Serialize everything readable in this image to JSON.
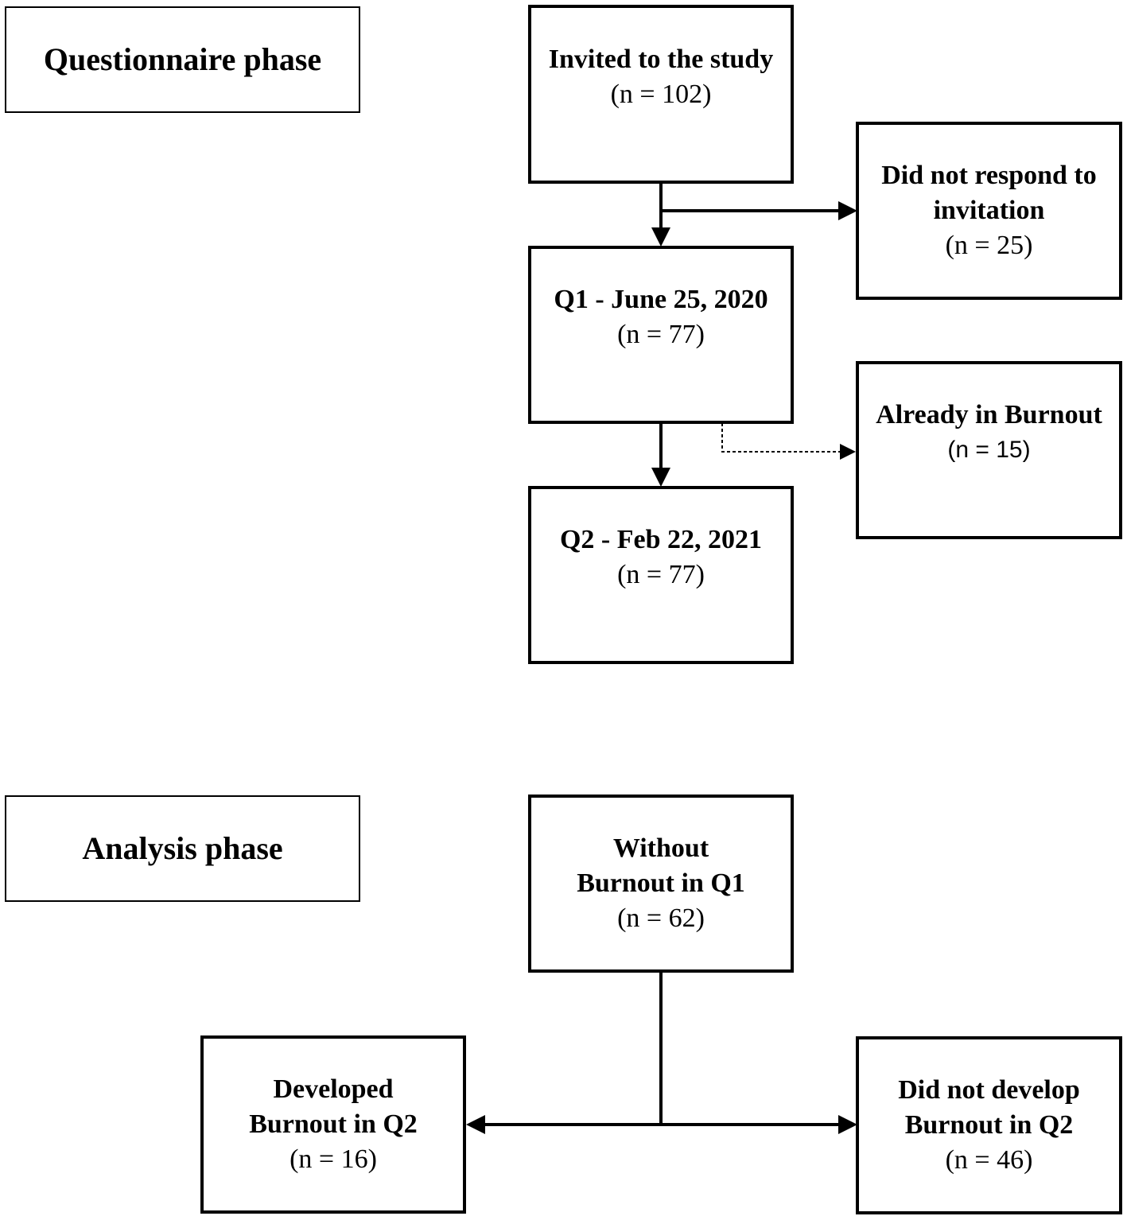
{
  "phases": {
    "questionnaire": "Questionnaire phase",
    "analysis": "Analysis phase"
  },
  "nodes": {
    "invited": {
      "title": "Invited to the study",
      "count": "(n = 102)"
    },
    "no_response": {
      "title_line1": "Did not respond to",
      "title_line2": "invitation",
      "count": "(n = 25)"
    },
    "q1": {
      "title": "Q1 - June 25, 2020",
      "count": "(n = 77)"
    },
    "already_burnout": {
      "title": "Already in Burnout",
      "count": "(n = 15)"
    },
    "q2": {
      "title": "Q2 - Feb 22, 2021",
      "count": "(n = 77)"
    },
    "without_burnout": {
      "title_line1": "Without",
      "title_line2": "Burnout in Q1",
      "count": "(n = 62)"
    },
    "developed": {
      "title_line1": "Developed",
      "title_line2": "Burnout in Q2",
      "count": "(n = 16)"
    },
    "not_developed": {
      "title_line1": "Did not develop",
      "title_line2": "Burnout in Q2",
      "count": "(n = 46)"
    }
  }
}
